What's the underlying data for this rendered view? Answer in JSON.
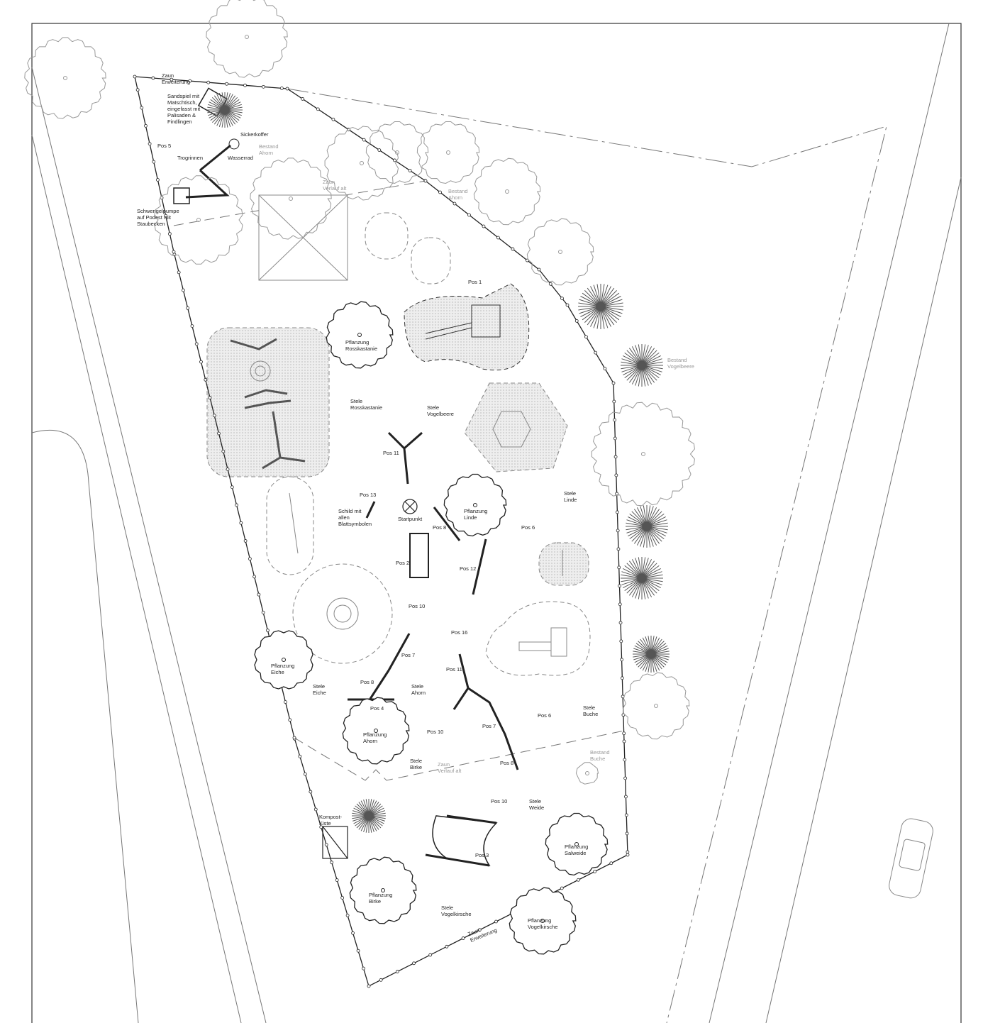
{
  "labels": {
    "zaun_erw_top": "Zaun\nErweiterung",
    "sandspiel": "Sandspiel mit\nMatschtisch,\neingefasst mit\nPalisaden &\nFindlingen",
    "sickerkoffer": "Sickerkoffer",
    "pos5": "Pos 5",
    "bestand_ahorn_1": "Bestand\nAhorn",
    "trogrinnen": "Trogrinnen",
    "wasserrad": "Wasserrad",
    "schwengelpumpe": "Schwengelpumpe\nauf Podest mit\nStaubecken",
    "zaun_alt_top": "Zaun\nVerlauf alt",
    "bestand_ahorn_2": "Bestand\nAhorn",
    "pos1": "Pos 1",
    "pfl_rosskastanie": "Pflanzung\nRosskastanie",
    "bestand_vogelbeere": "Bestand\nVogelbeere",
    "stele_rosskastanie": "Stele\nRosskastanie",
    "stele_vogelbeere": "Stele\nVogelbeere",
    "pos11_a": "Pos 11",
    "pos13": "Pos 13",
    "schild": "Schild mit\nallen\nBlattsymbolen",
    "startpunkt": "Startpunkt",
    "pfl_linde": "Pflanzung\nLinde",
    "pos8_a": "Pos 8",
    "pos6_a": "Pos 6",
    "stele_linde": "Stele\nLinde",
    "pos2": "Pos 2",
    "pos12": "Pos 12",
    "pos10_a": "Pos 10",
    "pos16": "Pos 16",
    "pos7_a": "Pos 7",
    "pos11_b": "Pos 11",
    "pfl_eiche": "Pflanzung\nEiche",
    "pos8_b": "Pos 8",
    "stele_eiche": "Stele\nEiche",
    "stele_ahorn": "Stele\nAhorn",
    "pos4": "Pos 4",
    "pos6_b": "Pos 6",
    "stele_buche": "Stele\nBuche",
    "pfl_ahorn": "Pflanzung\nAhorn",
    "pos10_b": "Pos 10",
    "pos7_b": "Pos 7",
    "bestand_buche": "Bestand\nBuche",
    "stele_birke": "Stele\nBirke",
    "zaun_alt_bottom": "Zaun\nVerlauf alt",
    "pos8_c": "Pos 8",
    "pos10_c": "Pos 10",
    "stele_weide": "Stele\nWeide",
    "kompost": "Kompost-\nKiste",
    "pfl_salweide": "Pflanzung\nSalweide",
    "pos3": "Pos 3",
    "pfl_birke": "Pflanzung\nBirke",
    "stele_vogelkirsche": "Stele\nVogelkirsche",
    "pfl_vogelkirsche": "Pflanzung\nVogelkirsche",
    "zaun_erw_bottom": "Zaun\nErweiterung"
  },
  "colors": {
    "line": "#222222",
    "existing": "#999999",
    "surface": "#e6e6e6"
  }
}
